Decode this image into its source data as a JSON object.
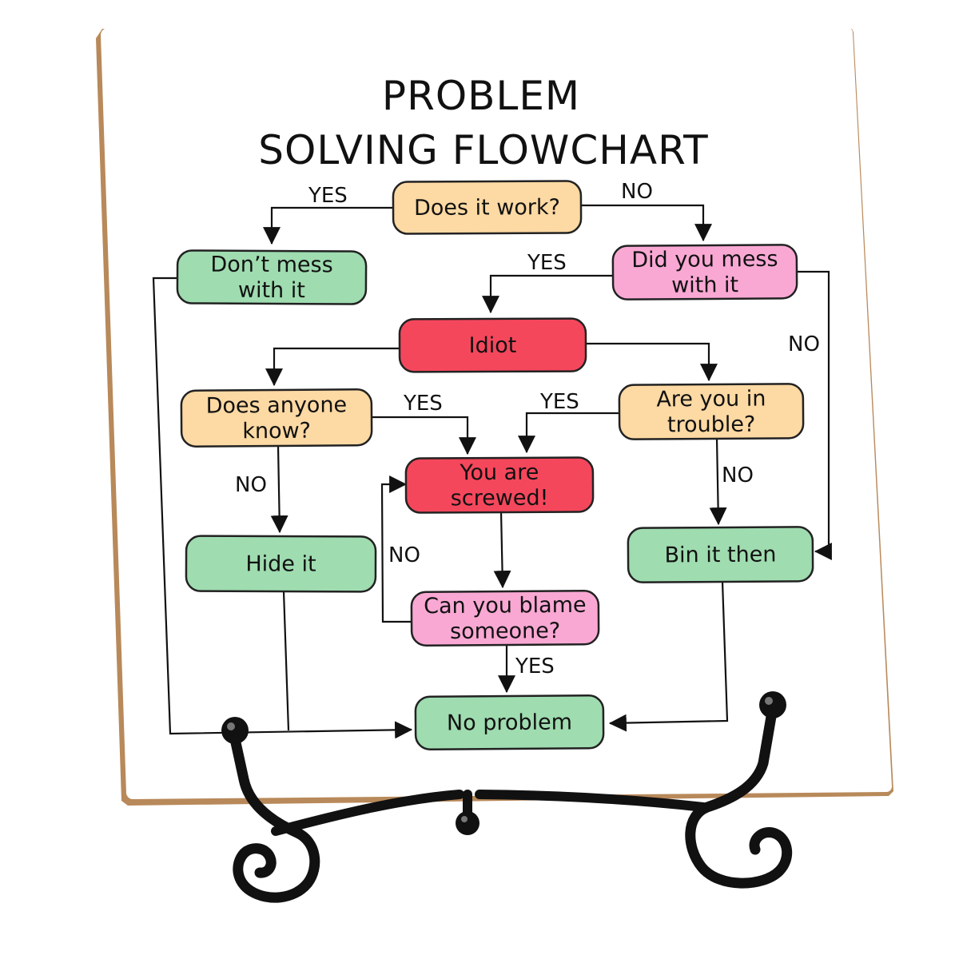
{
  "title": {
    "line1": "PROBLEM",
    "line2": "SOLVING FLOWCHART"
  },
  "colors": {
    "orange": "#fdd9a3",
    "green": "#9fdcb0",
    "pink": "#f9a8d4",
    "red": "#f5475c"
  },
  "nodes": {
    "does_it_work": {
      "lines": [
        "Does it work?"
      ],
      "color": "orange"
    },
    "dont_mess": {
      "lines": [
        "Don’t mess",
        "with it"
      ],
      "color": "green"
    },
    "did_you_mess": {
      "lines": [
        "Did you mess",
        "with it"
      ],
      "color": "pink"
    },
    "idiot": {
      "lines": [
        "Idiot"
      ],
      "color": "red"
    },
    "does_anyone_know": {
      "lines": [
        "Does anyone",
        "know?"
      ],
      "color": "orange"
    },
    "are_you_in_trouble": {
      "lines": [
        "Are you in",
        "trouble?"
      ],
      "color": "orange"
    },
    "you_are_screwed": {
      "lines": [
        "You are",
        "screwed!"
      ],
      "color": "red"
    },
    "hide_it": {
      "lines": [
        "Hide it"
      ],
      "color": "green"
    },
    "bin_it_then": {
      "lines": [
        "Bin it then"
      ],
      "color": "green"
    },
    "can_you_blame": {
      "lines": [
        "Can you blame",
        "someone?"
      ],
      "color": "pink"
    },
    "no_problem": {
      "lines": [
        "No problem"
      ],
      "color": "green"
    }
  },
  "edge_labels": {
    "work_yes": "YES",
    "work_no": "NO",
    "mess_yes": "YES",
    "mess_no": "NO",
    "anyone_yes": "YES",
    "anyone_no": "NO",
    "trouble_yes": "YES",
    "trouble_no": "NO",
    "blame_no": "NO",
    "blame_yes": "YES"
  }
}
